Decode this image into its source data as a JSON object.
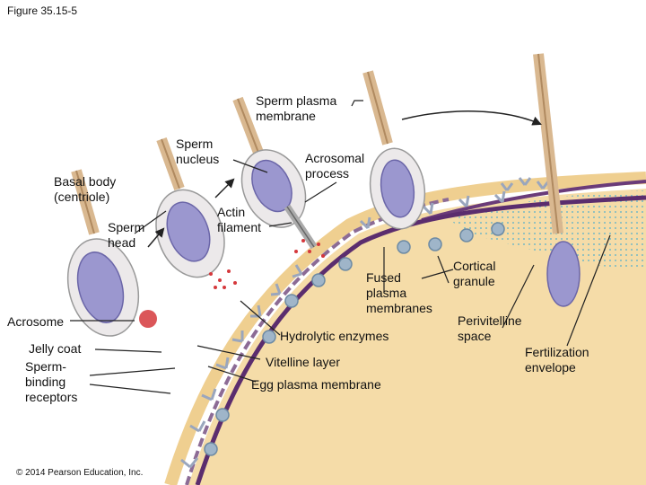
{
  "figure_ref": "Figure 35.15-5",
  "copyright": "© 2014 Pearson Education, Inc.",
  "labels": {
    "sperm_plasma_membrane": "Sperm plasma\nmembrane",
    "sperm_nucleus": "Sperm\nnucleus",
    "acrosomal_process": "Acrosomal\nprocess",
    "basal_body": "Basal body\n(centriole)",
    "actin_filament": "Actin\nfilament",
    "sperm_head": "Sperm\nhead",
    "cortical_granule": "Cortical\ngranule",
    "fused_plasma_membranes": "Fused\nplasma\nmembranes",
    "acrosome": "Acrosome",
    "perivitelline_space": "Perivitelline\nspace",
    "hydrolytic_enzymes": "Hydrolytic enzymes",
    "jelly_coat": "Jelly coat",
    "fertilization_envelope": "Fertilization\nenvelope",
    "sperm_binding_receptors": "Sperm-\nbinding\nreceptors",
    "vitelline_layer": "Vitelline layer",
    "egg_plasma_membrane": "Egg plasma membrane"
  },
  "colors": {
    "egg_cytoplasm": "#f5dca8",
    "egg_edge": "#e8c481",
    "plasma_membrane": "#5b2d6e",
    "vitelline_layer": "#8c6b95",
    "receptor": "#9aa6bd",
    "sperm_nucleus": "#9b97cf",
    "sperm_head": "#ece9ea",
    "acrosome": "#d5383c",
    "tail": "#d9b890",
    "cortical_granule": "#6c8aa4",
    "perivitelline_dots": "#66b5c8"
  }
}
